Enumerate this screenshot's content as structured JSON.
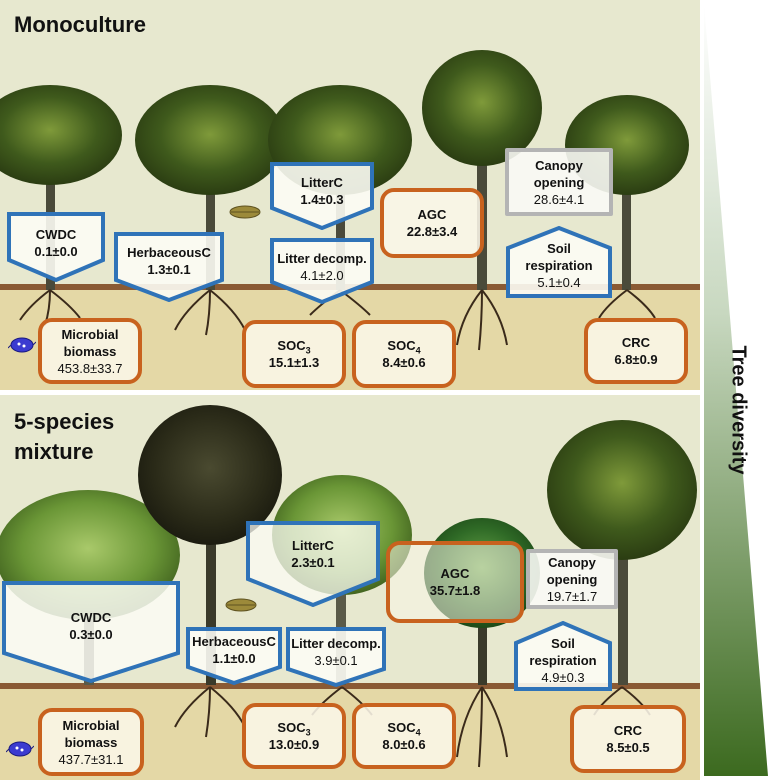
{
  "sidebar": {
    "label": "Tree diversity"
  },
  "monoculture": {
    "title": "Monoculture",
    "cwdc": {
      "label": "CWDC",
      "value": "0.1±0.0"
    },
    "herbaceous": {
      "label": "HerbaceousC",
      "value": "1.3±0.1"
    },
    "litterc": {
      "label": "LitterC",
      "value": "1.4±0.3"
    },
    "litter_decomp": {
      "label": "Litter decomp.",
      "value": "4.1±2.0"
    },
    "agc": {
      "label": "AGC",
      "value": "22.8±3.4"
    },
    "canopy": {
      "label1": "Canopy",
      "label2": "opening",
      "value": "28.6±4.1"
    },
    "soil_resp": {
      "label1": "Soil",
      "label2": "respiration",
      "value": "5.1±0.4"
    },
    "microbial": {
      "label1": "Microbial",
      "label2": "biomass",
      "value": "453.8±33.7"
    },
    "soc3": {
      "label": "SOC",
      "sub": "3",
      "value": "15.1±1.3"
    },
    "soc4": {
      "label": "SOC",
      "sub": "4",
      "value": "8.4±0.6"
    },
    "crc": {
      "label": "CRC",
      "value": "6.8±0.9"
    }
  },
  "mixture": {
    "title_line1": "5-species",
    "title_line2": "mixture",
    "cwdc": {
      "label": "CWDC",
      "value": "0.3±0.0"
    },
    "herbaceous": {
      "label": "HerbaceousC",
      "value": "1.1±0.0"
    },
    "litterc": {
      "label": "LitterC",
      "value": "2.3±0.1"
    },
    "litter_decomp": {
      "label": "Litter decomp.",
      "value": "3.9±0.1"
    },
    "agc": {
      "label": "AGC",
      "value": "35.7±1.8"
    },
    "canopy": {
      "label1": "Canopy",
      "label2": "opening",
      "value": "19.7±1.7"
    },
    "soil_resp": {
      "label1": "Soil",
      "label2": "respiration",
      "value": "4.9±0.3"
    },
    "microbial": {
      "label1": "Microbial",
      "label2": "biomass",
      "value": "437.7±31.1"
    },
    "soc3": {
      "label": "SOC",
      "sub": "3",
      "value": "13.0±0.9"
    },
    "soc4": {
      "label": "SOC",
      "sub": "4",
      "value": "8.0±0.6"
    },
    "crc": {
      "label": "CRC",
      "value": "8.5±0.5"
    }
  },
  "colors": {
    "pool_border": "#c8621e",
    "flux_border": "#2f73b8",
    "neutral_border": "#b4b4b4",
    "sky": "#e7e8cf",
    "soil": "#e4d8a6",
    "diversity_gradient_top": "#ffffff",
    "diversity_gradient_bottom": "#3c6a1f"
  },
  "icons": {
    "microbe": "microbe-icon",
    "leaf": "leaf-icon"
  }
}
